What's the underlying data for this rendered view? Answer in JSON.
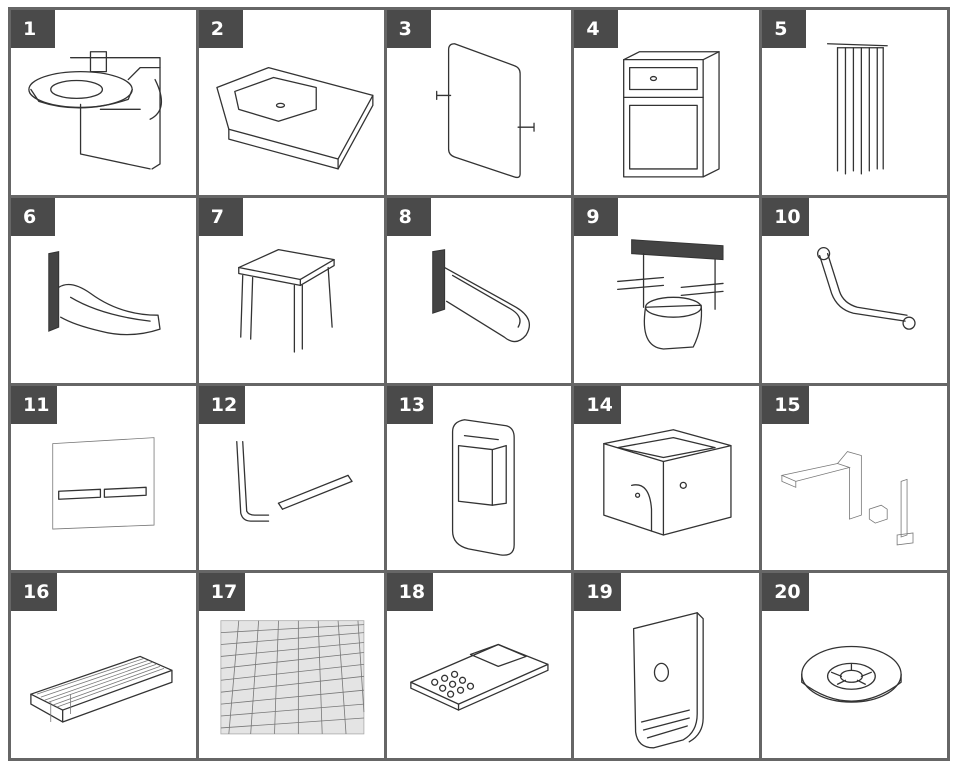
{
  "items": [
    {
      "number": "1",
      "icon": "height-adjustable-washbasin-icon"
    },
    {
      "number": "2",
      "icon": "washbasin-icon"
    },
    {
      "number": "3",
      "icon": "tilting-mirror-icon"
    },
    {
      "number": "4",
      "icon": "cabinet-icon"
    },
    {
      "number": "5",
      "icon": "shower-curtain-icon"
    },
    {
      "number": "6",
      "icon": "folding-shower-seat-icon"
    },
    {
      "number": "7",
      "icon": "shower-stool-icon"
    },
    {
      "number": "8",
      "icon": "folding-grab-bar-icon"
    },
    {
      "number": "9",
      "icon": "adjustable-toilet-support-icon"
    },
    {
      "number": "10",
      "icon": "angled-grab-bar-icon"
    },
    {
      "number": "11",
      "icon": "flush-plate-icon"
    },
    {
      "number": "12",
      "icon": "grab-rails-icon"
    },
    {
      "number": "13",
      "icon": "wall-unit-icon"
    },
    {
      "number": "14",
      "icon": "walk-in-bathtub-icon"
    },
    {
      "number": "15",
      "icon": "bath-faucet-set-icon"
    },
    {
      "number": "16",
      "icon": "shower-drain-channel-icon"
    },
    {
      "number": "17",
      "icon": "floor-grating-icon"
    },
    {
      "number": "18",
      "icon": "control-keypad-icon"
    },
    {
      "number": "19",
      "icon": "hand-dryer-icon"
    },
    {
      "number": "20",
      "icon": "ceiling-sensor-icon"
    }
  ]
}
